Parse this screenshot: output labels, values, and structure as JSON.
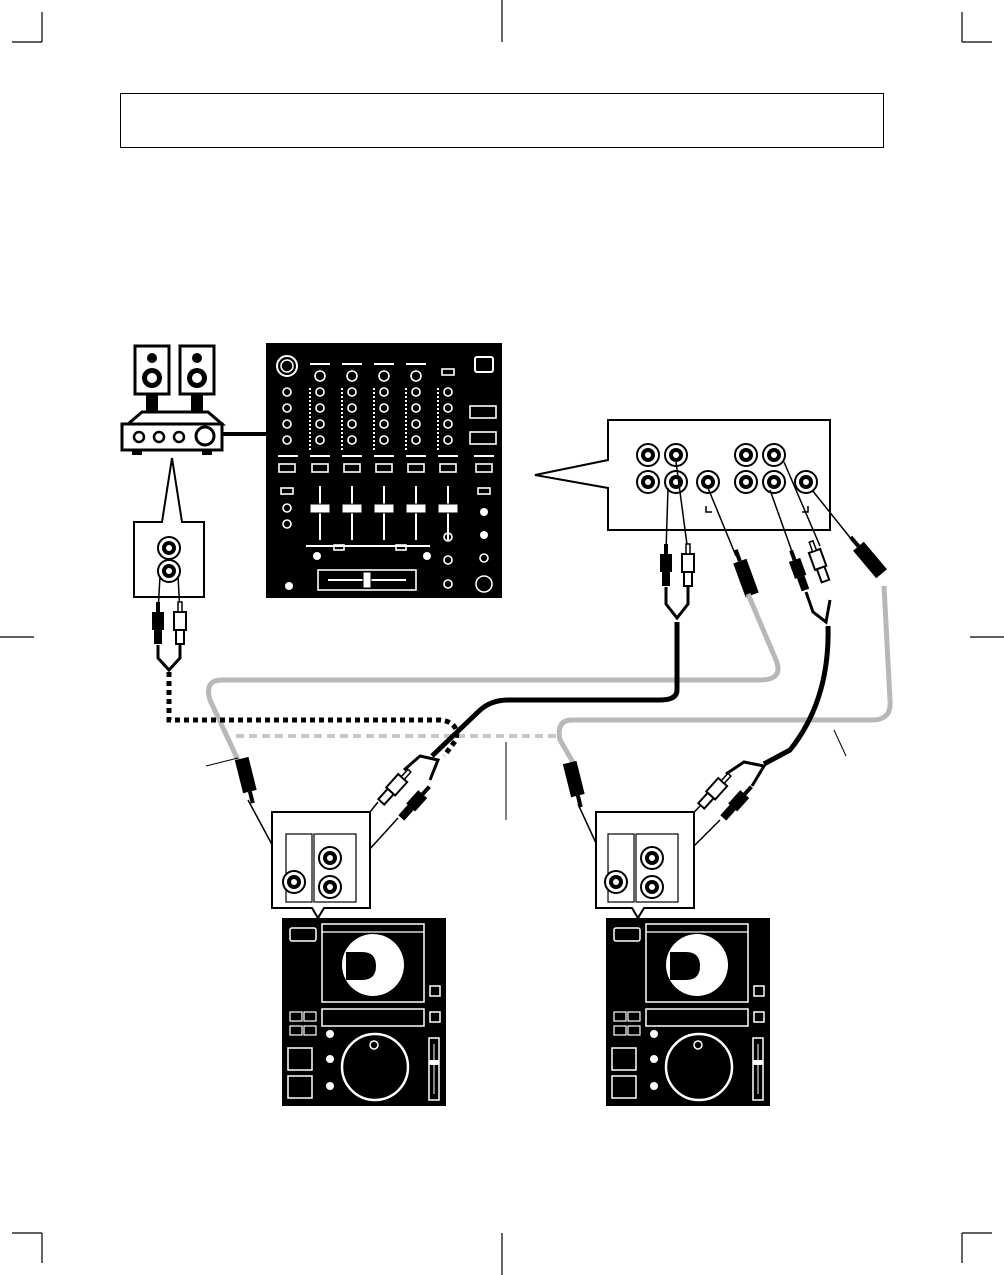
{
  "header": {
    "title": ""
  },
  "colors": {
    "ink": "#000000",
    "paper": "#ffffff",
    "cable_gray": "#b8b8b8",
    "cable_dotted_gray": "#c8c8c8"
  },
  "components": [
    {
      "id": "speakers",
      "icon": "speaker-pair-icon"
    },
    {
      "id": "amplifier",
      "icon": "amplifier-icon"
    },
    {
      "id": "amp-input-panel",
      "icon": "rca-input-panel-icon"
    },
    {
      "id": "mixer",
      "icon": "dj-mixer-icon"
    },
    {
      "id": "mixer-rear-panel",
      "icon": "mixer-rear-panel-icon"
    },
    {
      "id": "cd-player-left",
      "icon": "cd-player-icon"
    },
    {
      "id": "cd-player-right",
      "icon": "cd-player-icon"
    },
    {
      "id": "player-left-rear-panel",
      "icon": "player-rear-panel-icon"
    },
    {
      "id": "player-right-rear-panel",
      "icon": "player-rear-panel-icon"
    }
  ],
  "connections": [
    {
      "from": "amplifier",
      "to": "mixer",
      "style": "solid-black"
    },
    {
      "from": "amp-input-panel",
      "to": "cd-player-left",
      "style": "dotted-black"
    },
    {
      "from": "cd-player-left",
      "to": "mixer-rear-panel",
      "style": "solid-black"
    },
    {
      "from": "cd-player-right",
      "to": "mixer-rear-panel",
      "style": "solid-black"
    },
    {
      "from": "cd-player-left",
      "to": "mixer-rear-panel",
      "style": "solid-gray"
    },
    {
      "from": "cd-player-right",
      "to": "mixer-rear-panel",
      "style": "solid-gray"
    },
    {
      "from": "cd-player-left",
      "to": "cd-player-right",
      "style": "dotted-gray"
    }
  ],
  "panel_labels": {
    "rear_left_marker": "L",
    "rear_right_marker": "J"
  }
}
